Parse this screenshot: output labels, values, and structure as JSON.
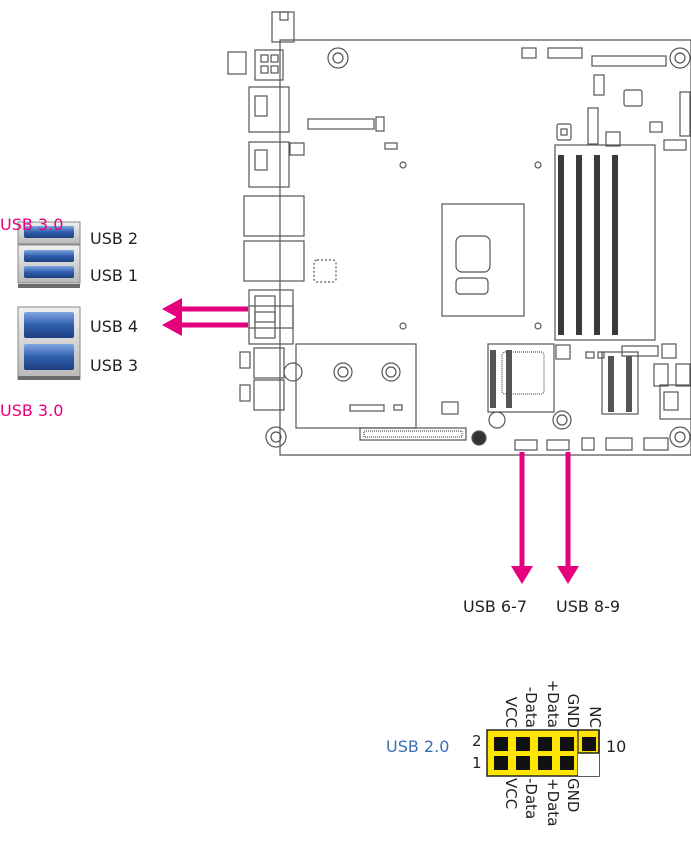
{
  "labels": {
    "usb30_top": "USB 3.0",
    "usb30_bottom": "USB 3.0",
    "usb2": "USB 2",
    "usb1": "USB 1",
    "usb4": "USB 4",
    "usb3": "USB 3",
    "usb67": "USB 6-7",
    "usb89": "USB 8-9"
  },
  "pinout": {
    "title": "USB 2.0",
    "row_top": {
      "number": "2",
      "last_number": "10",
      "pins": [
        "VCC",
        "-Data",
        "+Data",
        "GND",
        "NC"
      ]
    },
    "row_bottom": {
      "number": "1",
      "pins": [
        "VCC",
        "-Data",
        "+Data",
        "GND"
      ]
    }
  },
  "colors": {
    "accent": "#e6007e",
    "title_blue": "#3d6fb4",
    "pin_yellow": "#ffe600",
    "usb_blue": "#2f5fae",
    "line": "#555555"
  }
}
